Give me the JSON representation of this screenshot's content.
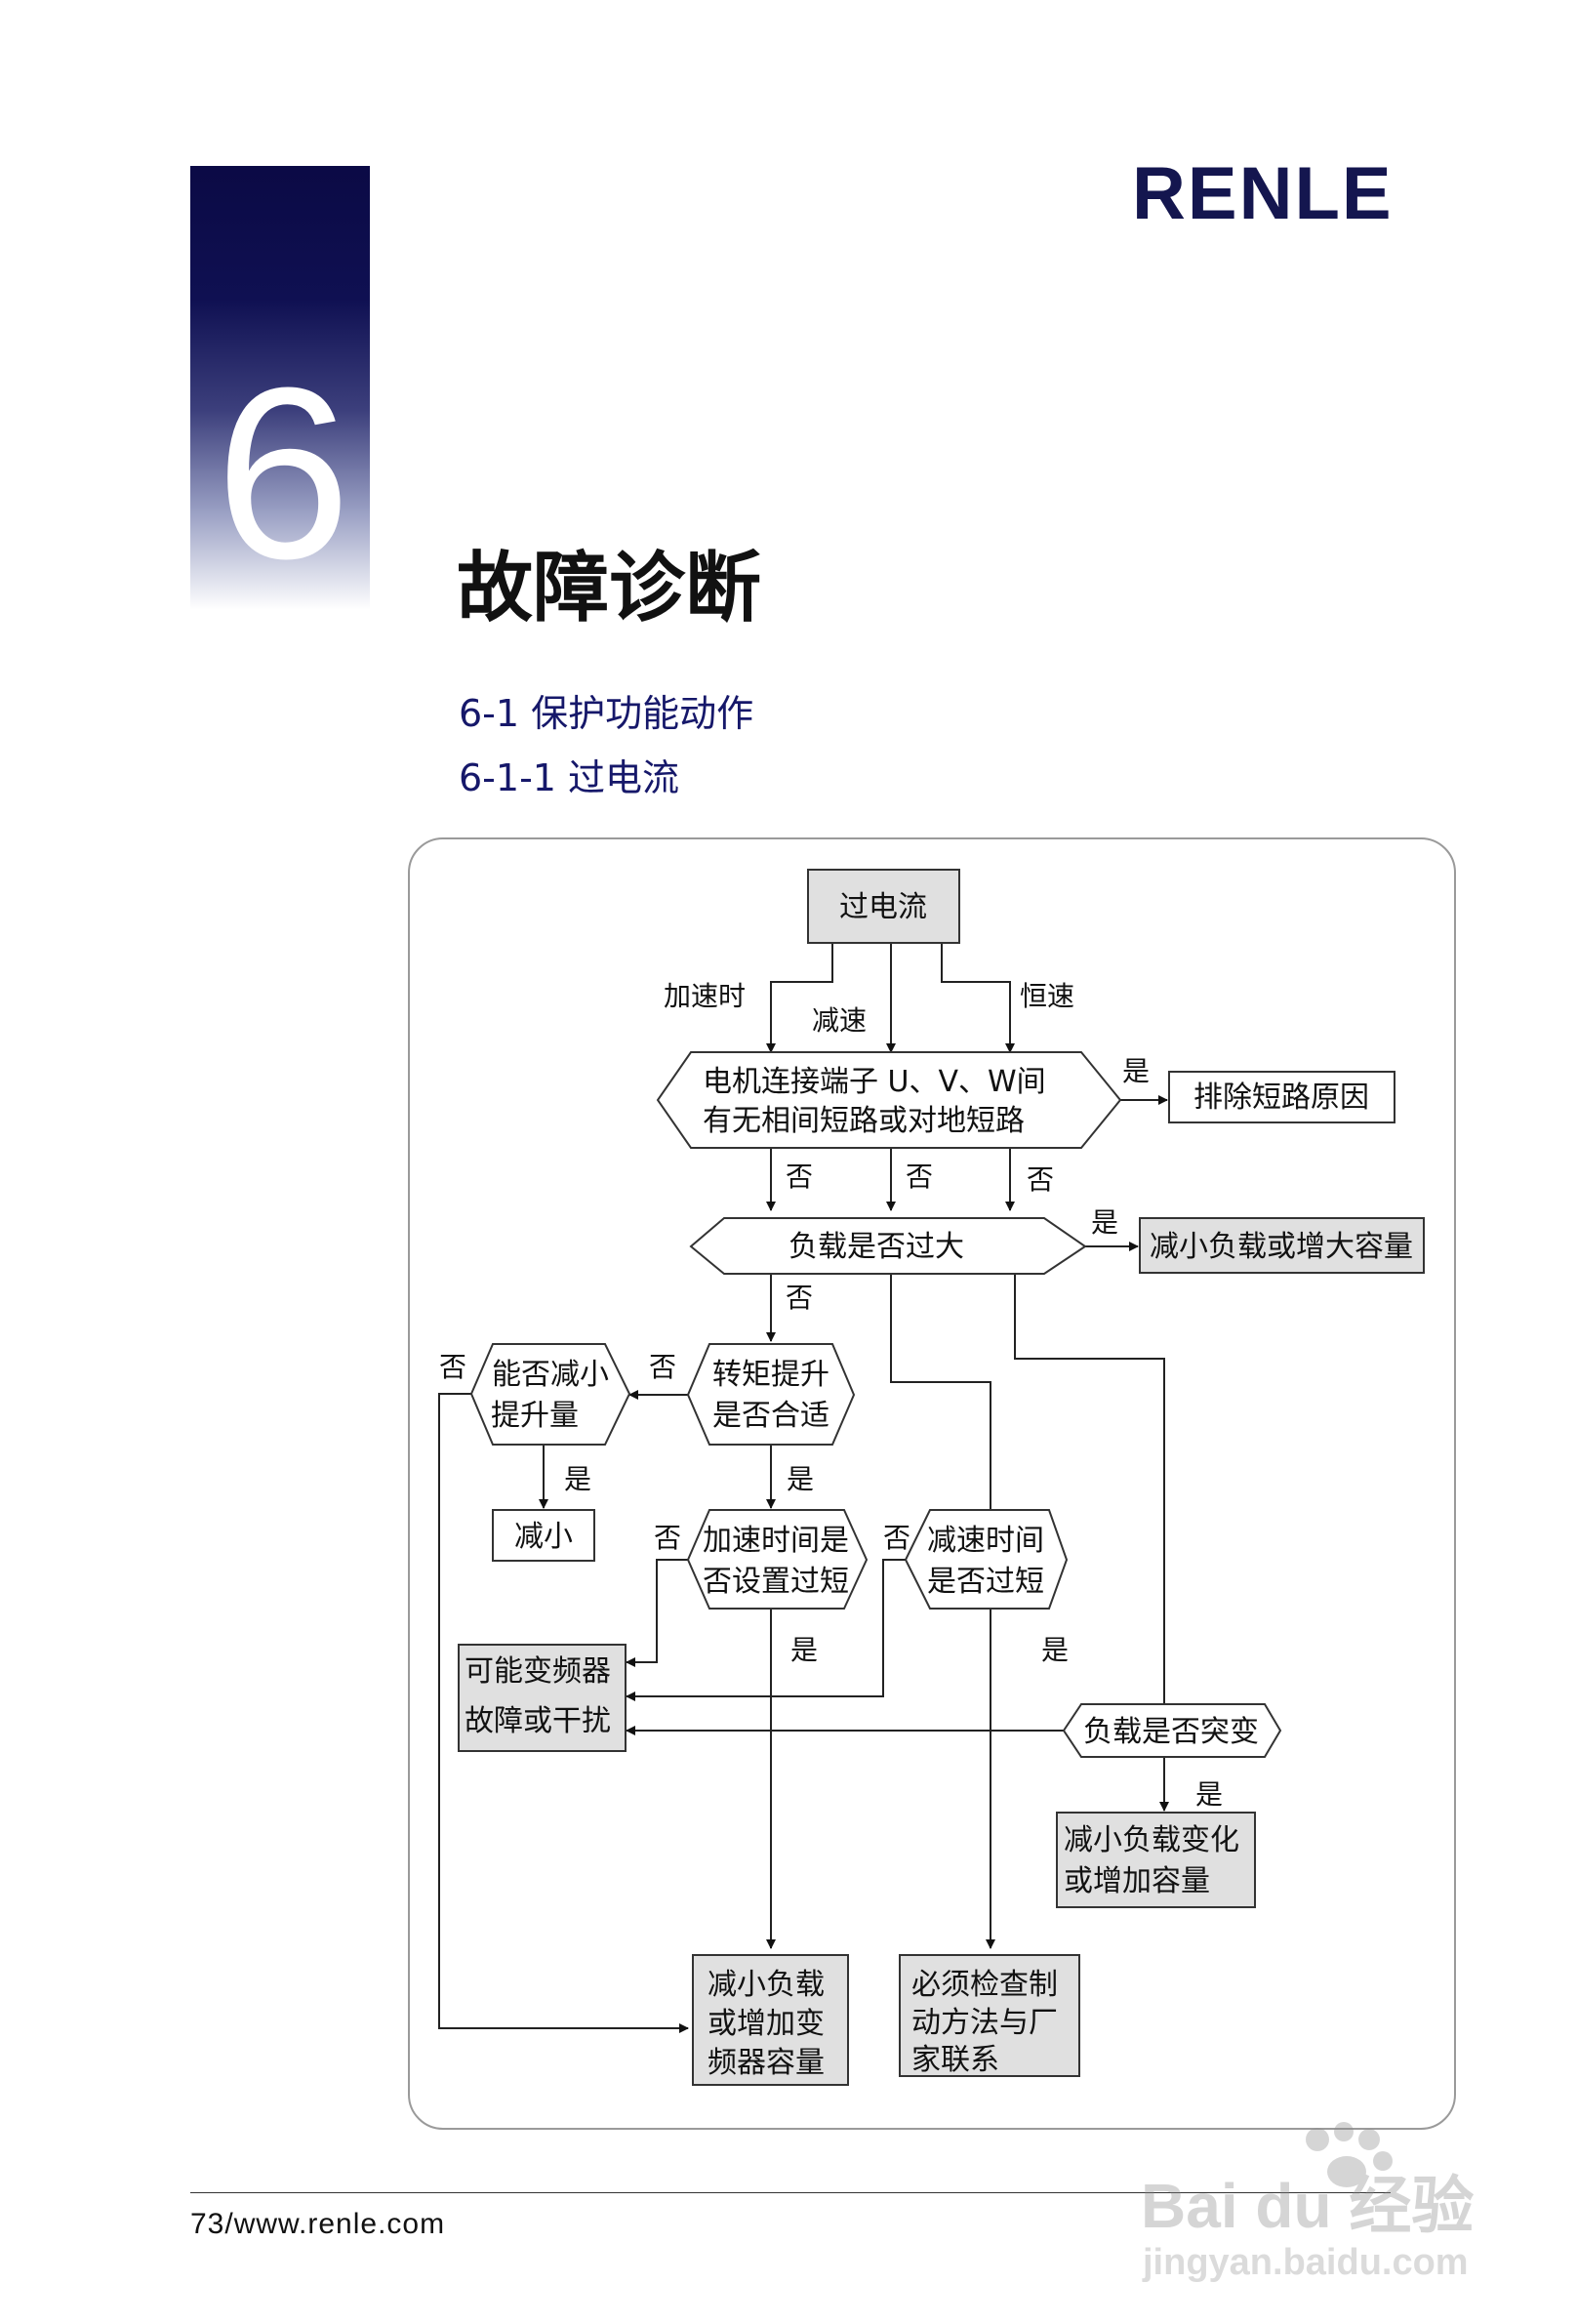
{
  "header": {
    "brand": "RENLE",
    "chapter_number": "6",
    "chapter_title": "故障诊断"
  },
  "sections": {
    "s1": "6-1 保护功能动作",
    "s2": "6-1-1 过电流"
  },
  "flowchart": {
    "start": "过电流",
    "branch_accel": "加速时",
    "branch_decel": "减速",
    "branch_const": "恒速",
    "d1_line1": "电机连接端子  U、V、W间",
    "d1_line2": "有无相间短路或对地短路",
    "d1_fix": "排除短路原因",
    "d2": "负载是否过大",
    "d2_fix": "减小负载或增大容量",
    "d3_line1": "转矩提升",
    "d3_line2": "是否合适",
    "d4_line1": "能否减小",
    "d4_line2": "提升量",
    "d4_fix": "减小",
    "d5_line1": "加速时间是",
    "d5_line2": "否设置过短",
    "d6_line1": "减速时间",
    "d6_line2": "是否过短",
    "d7": "负载是否突变",
    "r_inverter_line1": "可能变频器",
    "r_inverter_line2": "故障或干扰",
    "r_load_change_line1": "减小负载变化",
    "r_load_change_line2": "或增加容量",
    "r_capacity_line1": "减小负载",
    "r_capacity_line2": "或增加变",
    "r_capacity_line3": "频器容量",
    "r_brake_line1": "必须检查制",
    "r_brake_line2": "动方法与厂",
    "r_brake_line3": "家联系",
    "yes": "是",
    "no": "否"
  },
  "footer": {
    "page": "73/www.renle.com"
  },
  "watermark": {
    "line1": "Bai du 经验",
    "line2": "jingyan.baidu.com"
  }
}
